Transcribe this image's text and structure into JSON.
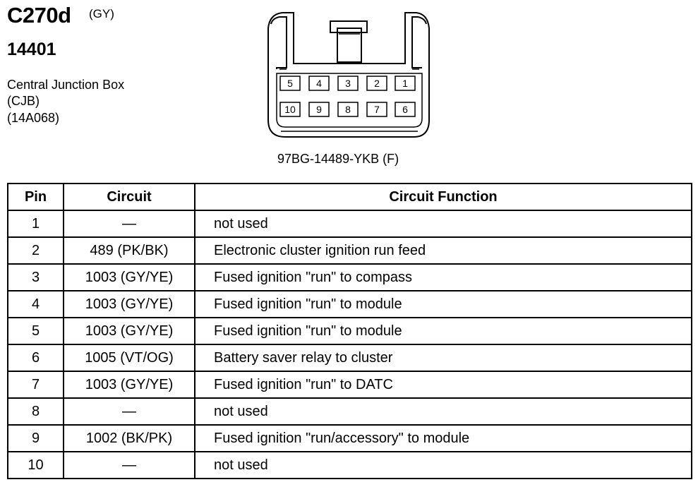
{
  "header": {
    "connector_code": "C270d",
    "connector_color": "(GY)",
    "part_number": "14401",
    "description_lines": [
      "Central Junction Box",
      "(CJB)",
      "(14A068)"
    ]
  },
  "connector": {
    "part_number": "97BG-14489-YKB (F)",
    "pins_top_row": [
      "5",
      "4",
      "3",
      "2",
      "1"
    ],
    "pins_bottom_row": [
      "10",
      "9",
      "8",
      "7",
      "6"
    ]
  },
  "table": {
    "headers": [
      "Pin",
      "Circuit",
      "Circuit Function"
    ],
    "rows": [
      {
        "pin": "1",
        "circuit": "—",
        "function": "not used"
      },
      {
        "pin": "2",
        "circuit": "489 (PK/BK)",
        "function": "Electronic cluster ignition run feed"
      },
      {
        "pin": "3",
        "circuit": "1003 (GY/YE)",
        "function": "Fused ignition \"run\" to compass"
      },
      {
        "pin": "4",
        "circuit": "1003 (GY/YE)",
        "function": "Fused ignition \"run\" to module"
      },
      {
        "pin": "5",
        "circuit": "1003 (GY/YE)",
        "function": "Fused ignition \"run\" to module"
      },
      {
        "pin": "6",
        "circuit": "1005 (VT/OG)",
        "function": "Battery saver relay to cluster"
      },
      {
        "pin": "7",
        "circuit": "1003 (GY/YE)",
        "function": "Fused ignition \"run\" to DATC"
      },
      {
        "pin": "8",
        "circuit": "—",
        "function": "not used"
      },
      {
        "pin": "9",
        "circuit": "1002 (BK/PK)",
        "function": "Fused ignition \"run/accessory\" to module"
      },
      {
        "pin": "10",
        "circuit": "—",
        "function": "not used"
      }
    ]
  }
}
